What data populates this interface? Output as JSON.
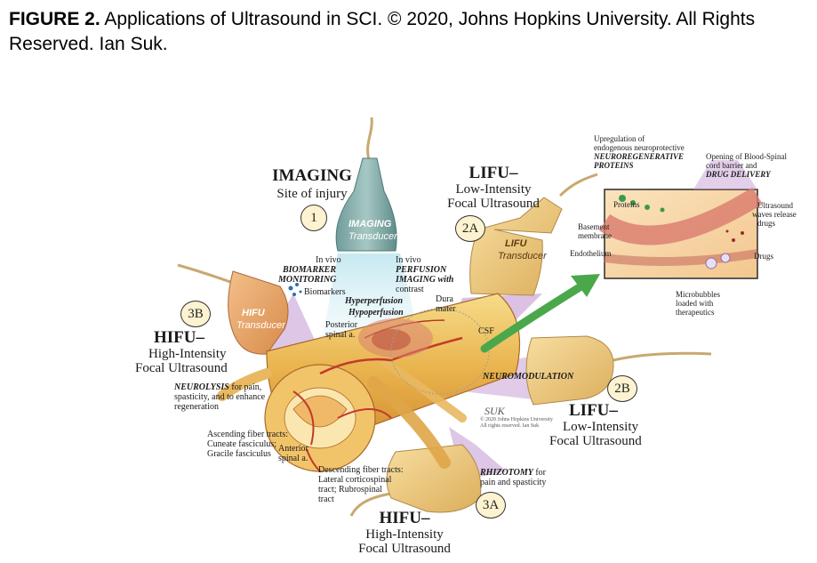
{
  "caption": {
    "prefix": "FIGURE 2.",
    "text": " Applications of Ultrasound in SCI. © 2020, Johns Hopkins University. All Rights Reserved. Ian Suk."
  },
  "imaging": {
    "title": "IMAGING",
    "subtitle": "Site of injury",
    "number": "1",
    "transducer_top": "IMAGING",
    "transducer_bottom": "Transducer",
    "left_note_1": "In vivo",
    "left_note_2": "BIOMARKER",
    "left_note_3": "MONITORING",
    "right_note_1": "In vivo",
    "right_note_2": "PERFUSION",
    "right_note_3": "IMAGING with",
    "right_note_4": "contrast",
    "biomarkers": "Biomarkers",
    "hyperperfusion": "Hyperperfusion",
    "hypoperfusion": "Hypoperfusion"
  },
  "lifu_2a": {
    "title": "LIFU–",
    "line1": "Low-Intensity",
    "line2": "Focal Ultrasound",
    "number": "2A",
    "transducer_top": "LIFU",
    "transducer_bottom": "Transducer"
  },
  "lifu_2b": {
    "title": "LIFU–",
    "line1": "Low-Intensity",
    "line2": "Focal Ultrasound",
    "number": "2B",
    "neuromodulation": "NEUROMODULATION"
  },
  "hifu_3b": {
    "title": "HIFU–",
    "line1": "High-Intensity",
    "line2": "Focal Ultrasound",
    "number": "3B",
    "transducer_top": "HIFU",
    "transducer_bottom": "Transducer",
    "neurolysis_bold": "NEUROLYSIS",
    "neurolysis_rest": " for pain,",
    "neurolysis_2": "spasticity, and to enhance",
    "neurolysis_3": "regeneration"
  },
  "hifu_3a": {
    "title": "HIFU–",
    "line1": "High-Intensity",
    "line2": "Focal Ultrasound",
    "number": "3A",
    "rhizotomy_bold": "RHIZOTOMY",
    "rhizotomy_rest": " for",
    "rhizotomy_2": "pain and spasticity"
  },
  "anatomy": {
    "posterior_1": "Posterior",
    "posterior_2": "spinal a.",
    "dura_1": "Dura",
    "dura_2": "mater",
    "csf": "CSF",
    "ascending_1": "Ascending fiber tracts:",
    "ascending_2": "Cuneate fasciculus;",
    "ascending_3": "Gracile fasciculus",
    "anterior_1": "Anterior",
    "anterior_2": "spinal a.",
    "descending_1": "Descending fiber tracts:",
    "descending_2": "Lateral corticospinal",
    "descending_3": "tract; Rubrospinal",
    "descending_4": "tract",
    "copyright_1": "© 2020 Johns Hopkins University",
    "copyright_2": "All rights reserved. Ian Suk",
    "signature": "SUK"
  },
  "inset": {
    "upreg_1": "Upregulation of",
    "upreg_2": "endogenous neuroprotective",
    "upreg_3": "NEUROREGENERATIVE",
    "upreg_4": "PROTEINS",
    "opening_1": "Opening of Blood-Spinal",
    "opening_2": "cord barrier and",
    "opening_3": "DRUG DELIVERY",
    "proteins": "Proteins",
    "basement_1": "Basement",
    "basement_2": "membrane",
    "endothelium": "Endothelium",
    "ultrasound_1": "Ultrasound",
    "ultrasound_2": "waves release",
    "ultrasound_3": "drugs",
    "drugs": "Drugs",
    "microbubbles_1": "Microbubbles",
    "microbubbles_2": "loaded with",
    "microbubbles_3": "therapeutics"
  }
}
